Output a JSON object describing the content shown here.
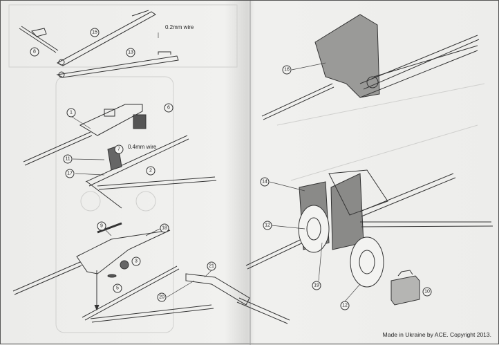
{
  "callouts": {
    "c8": "8",
    "c15": "15",
    "c13": "13",
    "c1": "1",
    "c6": "6",
    "c7": "7",
    "c11": "11",
    "c2": "2",
    "c17": "17",
    "c9": "9",
    "c18": "18",
    "c3": "3",
    "c5": "5",
    "c21": "21",
    "c20": "20",
    "c16": "16",
    "c14": "14",
    "c12a": "12",
    "c19": "19",
    "c12b": "12",
    "c10": "10"
  },
  "notes": {
    "wire_02": "0.2mm wire",
    "wire_04": "0.4mm wire"
  },
  "footer": "Made in Ukraine by ACE. Copyright 2013."
}
